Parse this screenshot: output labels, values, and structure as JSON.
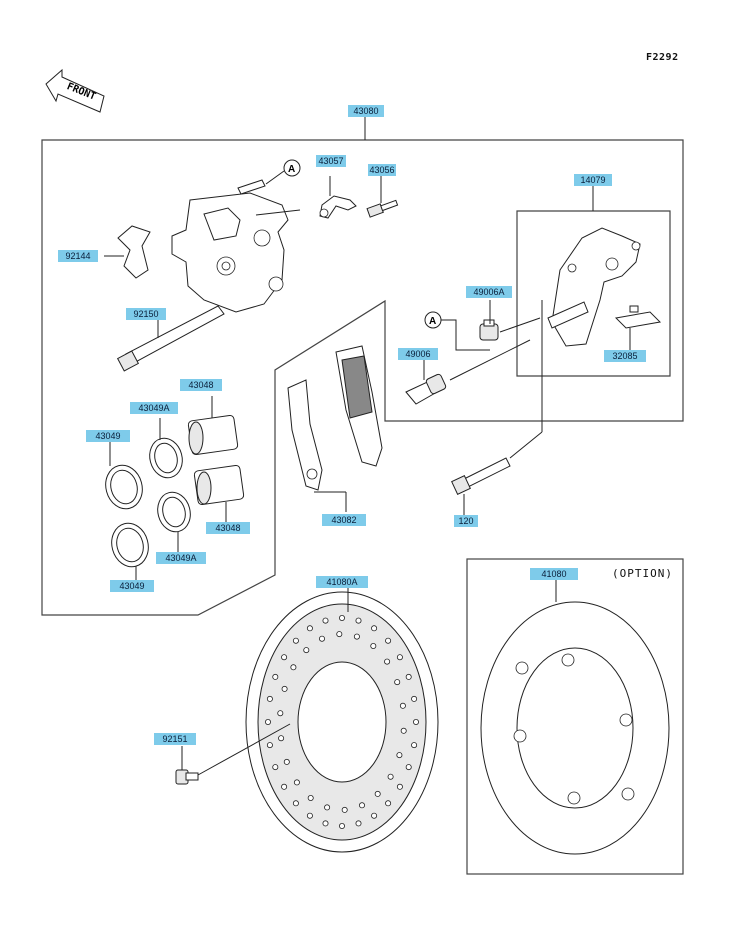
{
  "figure_code": "F2292",
  "front_marker": "FRONT",
  "option_label": "(OPTION)",
  "callout": "A",
  "parts": [
    {
      "id": "label-43080",
      "number": "43080"
    },
    {
      "id": "label-43057",
      "number": "43057"
    },
    {
      "id": "label-43056",
      "number": "43056"
    },
    {
      "id": "label-14079",
      "number": "14079"
    },
    {
      "id": "label-92144",
      "number": "92144"
    },
    {
      "id": "label-92150",
      "number": "92150"
    },
    {
      "id": "label-49006A",
      "number": "49006A"
    },
    {
      "id": "label-49006",
      "number": "49006"
    },
    {
      "id": "label-32085",
      "number": "32085"
    },
    {
      "id": "label-43048-top",
      "number": "43048"
    },
    {
      "id": "label-43049A-top",
      "number": "43049A"
    },
    {
      "id": "label-43049-top",
      "number": "43049"
    },
    {
      "id": "label-43048-bottom",
      "number": "43048"
    },
    {
      "id": "label-43049A-bottom",
      "number": "43049A"
    },
    {
      "id": "label-43049-bottom",
      "number": "43049"
    },
    {
      "id": "label-43082",
      "number": "43082"
    },
    {
      "id": "label-120",
      "number": "120"
    },
    {
      "id": "label-41080A",
      "number": "41080A"
    },
    {
      "id": "label-41080",
      "number": "41080"
    },
    {
      "id": "label-92151",
      "number": "92151"
    }
  ]
}
